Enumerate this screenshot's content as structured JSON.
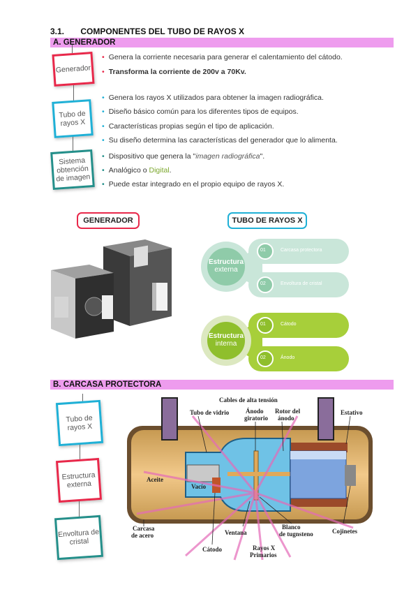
{
  "title": {
    "num": "3.1.",
    "text": "COMPONENTES DEL TUBO DE RAYOS X"
  },
  "section_a": {
    "label": "A.  GENERADOR"
  },
  "section_b": {
    "label": "B.  CARCASA PROTECTORA"
  },
  "cards_a": [
    "Generador",
    "Tubo de rayos X",
    "Sistema obtención de imagen"
  ],
  "bullets_generador": [
    "Genera la corriente necesaria para generar el calentamiento del cátodo.",
    "Transforma la corriente de 200v a 70Kv."
  ],
  "bullets_tubo": [
    "Genera los rayos X utilizados para obtener la imagen radiográfica.",
    "Diseño básico común para los diferentes tipos de equipos.",
    "Características propias según el tipo de aplicación.",
    "Su diseño determina las características del generador que lo alimenta."
  ],
  "bullets_sistema": {
    "b1_pre": "Dispositivo que genera la \"",
    "b1_em": "imagen radiográfica",
    "b1_post": "\".",
    "b2_pre": "Analógico o ",
    "b2_em": "Digital",
    "b2_post": ".",
    "b3": "Puede estar integrado en el propio equipo de rayos X."
  },
  "labels": {
    "generador": "GENERADOR",
    "tubo": "TUBO DE RAYOS X"
  },
  "estructura_externa": {
    "line1": "Estructura",
    "line2": "externa",
    "item1_num": "01",
    "item1": "Carcasa protectora",
    "item2_num": "02",
    "item2": "Envoltura de cristal"
  },
  "estructura_interna": {
    "line1": "Estructura",
    "line2": "interna",
    "item1_num": "01",
    "item1": "Cátodo",
    "item2_num": "02",
    "item2": "Ánodo"
  },
  "cards_b": [
    "Tubo de rayos X",
    "Estructura externa",
    "Envoltura de cristal"
  ],
  "diagram": {
    "cables": "Cables de alta tensión",
    "tubo_vidrio": "Tubo de vidrio",
    "anodo_giratorio_1": "Ánodo",
    "anodo_giratorio_2": "giratorio",
    "rotor_1": "Rotor del",
    "rotor_2": "ánodo",
    "estativo": "Estativo",
    "aceite": "Aceite",
    "vacio": "Vacío",
    "carcasa_1": "Carcasa",
    "carcasa_2": "de acero",
    "ventana": "Ventana",
    "catodo": "Cátodo",
    "rayos_1": "Rayos X",
    "rayos_2": "Primarios",
    "blanco_1": "Blanco",
    "blanco_2": "de tugnsteno",
    "cojinetes": "Cojinetes"
  }
}
